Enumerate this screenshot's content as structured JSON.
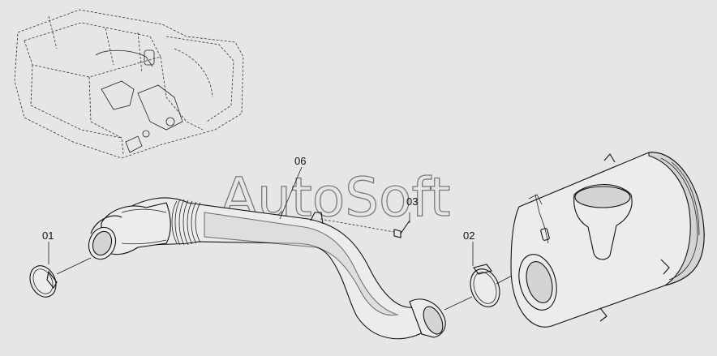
{
  "watermark": "AutoSoft",
  "callouts": {
    "c01": "01",
    "c02": "02",
    "c03": "03",
    "c06": "06"
  },
  "colors": {
    "background": "#e6e6e6",
    "line": "#111111",
    "watermark": "#7a7a7a"
  }
}
